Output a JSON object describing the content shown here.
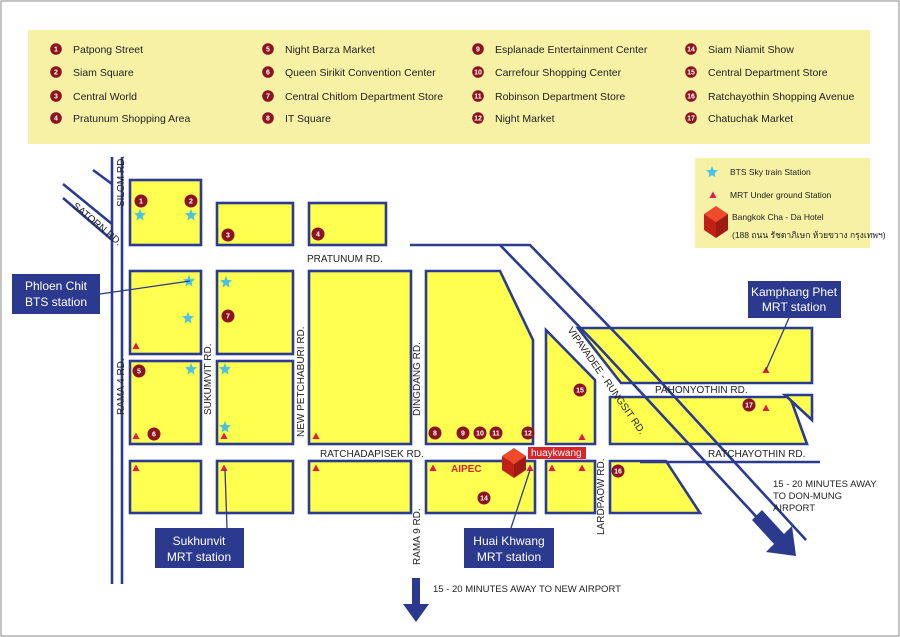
{
  "legend_items": [
    {
      "n": "1",
      "label": "Patpong  Street"
    },
    {
      "n": "2",
      "label": "Siam Square"
    },
    {
      "n": "3",
      "label": "Central World"
    },
    {
      "n": "4",
      "label": "Pratunum Shopping Area"
    },
    {
      "n": "5",
      "label": "Night Barza Market"
    },
    {
      "n": "6",
      "label": "Queen Sirikit Convention Center"
    },
    {
      "n": "7",
      "label": "Central Chitlom Department Store"
    },
    {
      "n": "8",
      "label": "IT Square"
    },
    {
      "n": "9",
      "label": "Esplanade  Entertainment Center"
    },
    {
      "n": "10",
      "label": "Carrefour Shopping Center"
    },
    {
      "n": "11",
      "label": "Robinson Department Store"
    },
    {
      "n": "12",
      "label": "Night Market"
    },
    {
      "n": "14",
      "label": "Siam Niamit Show"
    },
    {
      "n": "15",
      "label": "Central Department Store"
    },
    {
      "n": "16",
      "label": "Ratchayothin Shopping Avenue"
    },
    {
      "n": "17",
      "label": "Chatuchak Market"
    }
  ],
  "map_key": {
    "bts": "BTS Sky train Station",
    "mrt": "MRT Under ground Station",
    "hotel": "Bangkok Cha - Da Hotel",
    "hotel_address": "(188 ถนน รัชดาภิเษก ห้วยขวาง กรุงเทพฯ)"
  },
  "roads": {
    "silom": "SILOM RD.",
    "satorn": "SATORN RD.",
    "pratunum": "PRATUNUM RD.",
    "rama4": "RAMA 4 RD.",
    "sukhumvit": "SUKUMVIT RD.",
    "petchaburi": "NEW  PETCHABURI RD.",
    "dingdang": "DINGDANG RD.",
    "ratchadapisek": "RATCHADAPISEK RD.",
    "rama9": "RAMA 9 RD.",
    "vipavadee": "VIPAVADEE - RUNGSIT RD.",
    "pahonyothin": "PAHONYOTHIN RD.",
    "ratchayothin": "RATCHAYOTHIN RD.",
    "lardpraow": "LARDPAOW RD."
  },
  "stations": {
    "phloen_chit": [
      "Phloen Chit",
      "BTS station"
    ],
    "kamphang_phet": [
      "Kamphang Phet",
      "MRT station"
    ],
    "sukhumvit": [
      "Sukhunvit",
      "MRT station"
    ],
    "huai_khwang": [
      "Huai Khwang",
      "MRT station"
    ]
  },
  "notes": {
    "don_mung": [
      "15 - 20 MINUTES AWAY",
      "TO DON-MUNG",
      "AIRPORT"
    ],
    "new_airport": "15 - 20 MINUTES AWAY TO NEW AIRPORT"
  },
  "building_labels": {
    "aipec": "AIPEC",
    "huaykwang": "huaykwang"
  },
  "colors": {
    "block": "#ffff4f",
    "road": "#2b3b8f",
    "marker": "#8b1420",
    "callout": "#2b3a8e",
    "legend_bg": "#f7f1a6",
    "mrt": "#e2184e",
    "bts": "#49c2e6",
    "hotel": "#d8251c"
  }
}
